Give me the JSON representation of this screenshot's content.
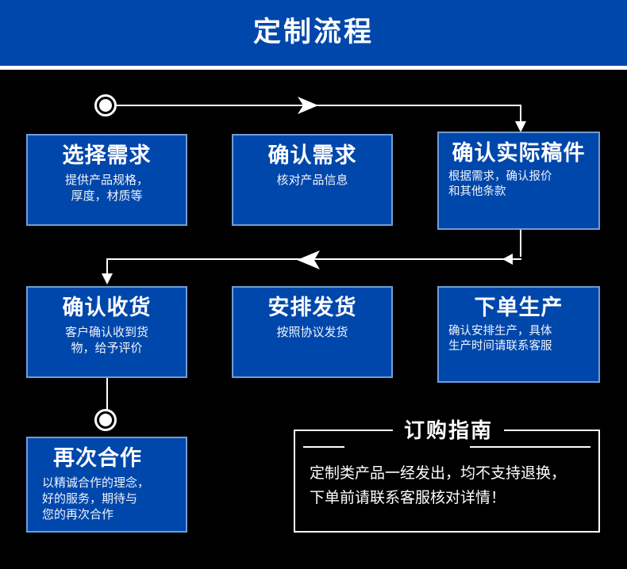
{
  "header": {
    "title": "定制流程",
    "background_color": "#0047ab",
    "text_color": "#ffffff"
  },
  "theme": {
    "page_background": "#000000",
    "box_fill": "#0047ab",
    "box_border": "#6f9ed6",
    "connector_color": "#ffffff"
  },
  "flow": {
    "row1": [
      {
        "id": "select-need",
        "title": "选择需求",
        "desc": "提供产品规格，\n厚度，材质等"
      },
      {
        "id": "confirm-need",
        "title": "确认需求",
        "desc": "核对产品信息"
      },
      {
        "id": "confirm-draft",
        "title": "确认实际稿件",
        "desc": "根据需求，确认报价\n和其他条款"
      }
    ],
    "row2": [
      {
        "id": "confirm-receipt",
        "title": "确认收货",
        "desc": "客户确认收到货\n物，给予评价"
      },
      {
        "id": "arrange-ship",
        "title": "安排发货",
        "desc": "按照协议发货"
      },
      {
        "id": "place-order",
        "title": "下单生产",
        "desc": "确认安排生产，具体\n生产时间请联系客服"
      }
    ],
    "row3": [
      {
        "id": "cooperate",
        "title": "再次合作",
        "desc": "以精诚合作的理念，\n好的服务，期待与\n您的再次合作"
      }
    ]
  },
  "guide": {
    "title": "订购指南",
    "line1": "定制类产品一经发出，均不支持退换，",
    "line2": "下单前请联系客服核对详情！"
  }
}
